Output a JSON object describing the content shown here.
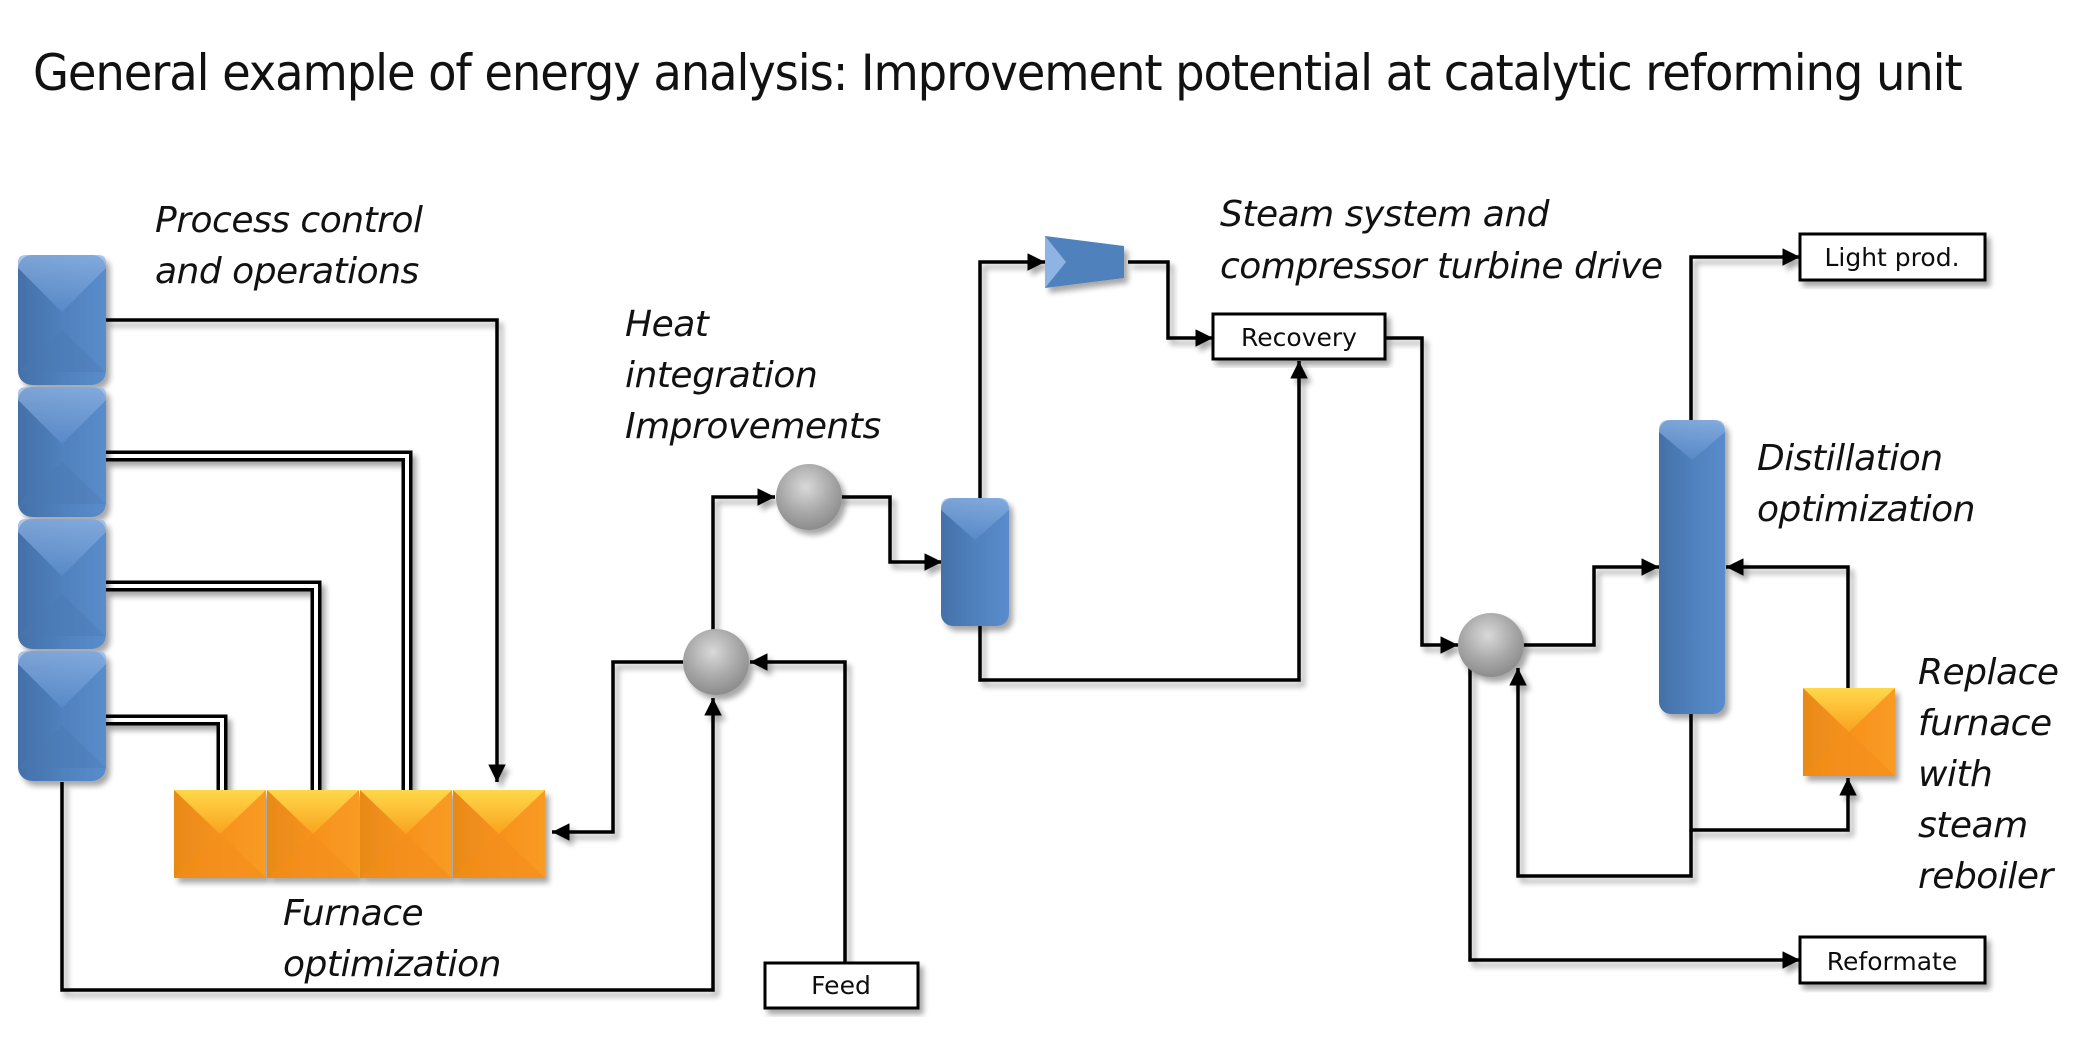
{
  "title": "General example of energy analysis: Improvement potential at catalytic reforming unit",
  "annotations": {
    "process_control": [
      "Process control",
      "and operations"
    ],
    "heat_integration": [
      "Heat",
      "integration",
      "Improvements"
    ],
    "steam_system": [
      "Steam system and",
      "compressor turbine drive"
    ],
    "furnace_optimization": [
      "Furnace",
      "optimization"
    ],
    "distillation_optimization": [
      "Distillation",
      "optimization"
    ],
    "replace_furnace": [
      "Replace",
      "furnace",
      "with",
      "steam",
      "reboiler"
    ]
  },
  "streams": {
    "feed": "Feed",
    "recovery": "Recovery",
    "light_products": "Light prod.",
    "reformate": "Reformate"
  },
  "equipment": {
    "reactors_count": 4,
    "furnace_cells_count": 4
  },
  "colors": {
    "reactor_blue": "#4f81bd",
    "furnace_orange": "#f79646",
    "exchanger_gray": "#a6a6a6",
    "line": "#000000"
  }
}
